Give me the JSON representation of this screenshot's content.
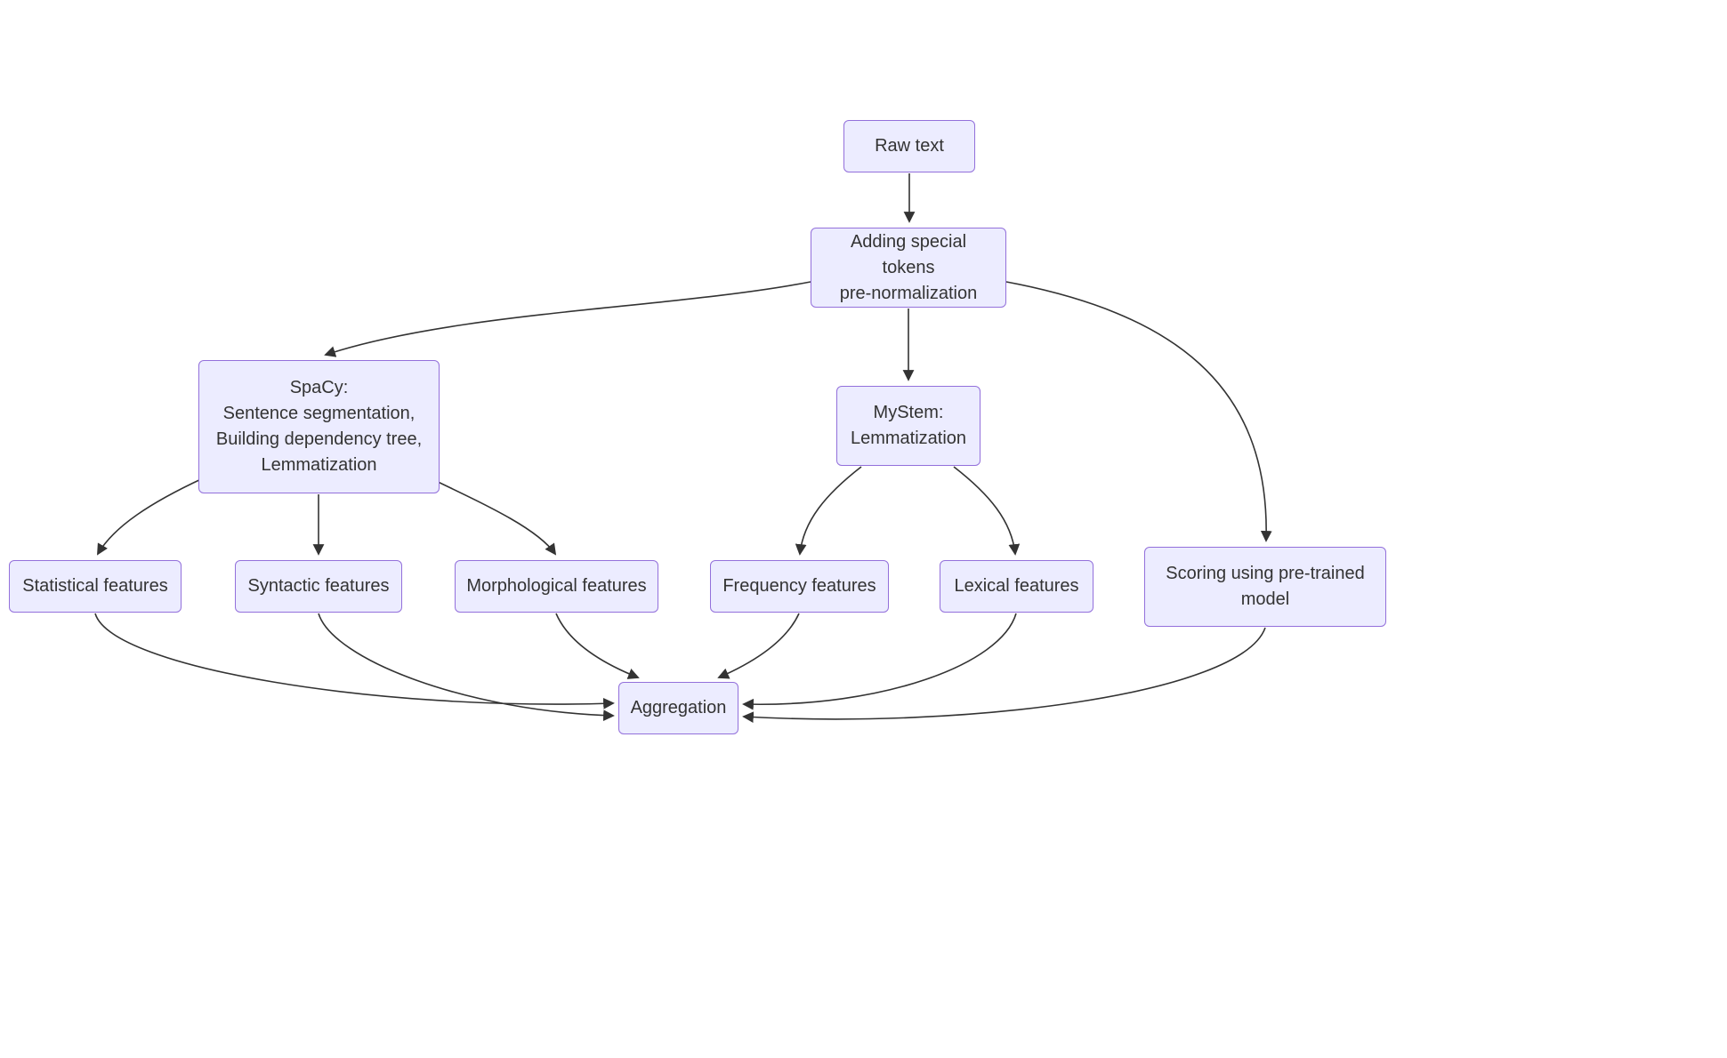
{
  "diagram": {
    "type": "flowchart",
    "colors": {
      "node_fill": "#ECECFF",
      "node_border": "#9370DB",
      "text": "#333333",
      "edge": "#333333",
      "background": "#FFFFFF"
    },
    "nodes": {
      "raw_text": {
        "label": "Raw text"
      },
      "special": {
        "label": "Adding special tokens\npre-normalization"
      },
      "spacy": {
        "label": "SpaCy:\nSentence segmentation,\nBuilding dependency tree,\nLemmatization"
      },
      "mystem": {
        "label": "MyStem:\nLemmatization"
      },
      "statistical": {
        "label": "Statistical features"
      },
      "syntactic": {
        "label": "Syntactic features"
      },
      "morphological": {
        "label": "Morphological features"
      },
      "frequency": {
        "label": "Frequency features"
      },
      "lexical": {
        "label": "Lexical features"
      },
      "scoring": {
        "label": "Scoring using pre-trained\nmodel"
      },
      "aggregation": {
        "label": "Aggregation"
      }
    },
    "edges": [
      {
        "from": "raw_text",
        "to": "special"
      },
      {
        "from": "special",
        "to": "spacy"
      },
      {
        "from": "special",
        "to": "mystem"
      },
      {
        "from": "special",
        "to": "scoring"
      },
      {
        "from": "spacy",
        "to": "statistical"
      },
      {
        "from": "spacy",
        "to": "syntactic"
      },
      {
        "from": "spacy",
        "to": "morphological"
      },
      {
        "from": "mystem",
        "to": "frequency"
      },
      {
        "from": "mystem",
        "to": "lexical"
      },
      {
        "from": "statistical",
        "to": "aggregation"
      },
      {
        "from": "syntactic",
        "to": "aggregation"
      },
      {
        "from": "morphological",
        "to": "aggregation"
      },
      {
        "from": "frequency",
        "to": "aggregation"
      },
      {
        "from": "lexical",
        "to": "aggregation"
      },
      {
        "from": "scoring",
        "to": "aggregation"
      }
    ]
  }
}
